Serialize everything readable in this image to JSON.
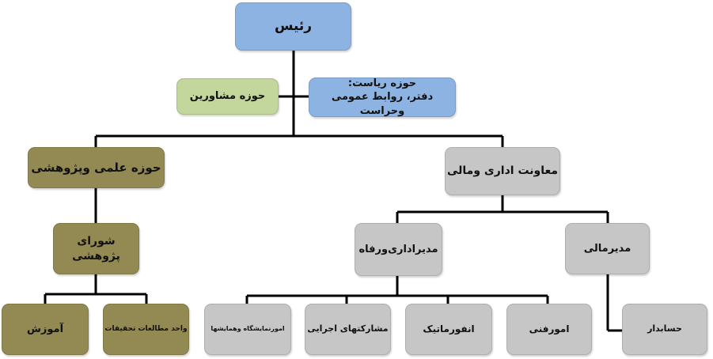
{
  "colors": {
    "head": "#8db3e2",
    "advisory": "#c3d69b",
    "research": "#938953",
    "admin": "#c6c6c6",
    "line": "#000000"
  },
  "nodes": {
    "head": "رئیس",
    "advisory": "حوزه مشاورین",
    "presidency_title": "حوزه ریاست:",
    "presidency_sub": "دفتر، روابط عمومی وحراست",
    "research_area": "حوزه علمی وپژوهشی",
    "admin_deputy": "معاونت اداری ومالی",
    "research_council": "شورای پژوهشی",
    "admin_welfare": "مدیراداری‌ورفاه",
    "finance_manager": "مدیرمالی",
    "education": "آموزش",
    "studies_unit": "واحد مطالعات تحقیقات",
    "exhibitions": "امورنمایشگاه وهمایشها",
    "executive": "مشارکتهای اجرایی",
    "informatics": "انفورماتیک",
    "technical": "امورفنی",
    "accountant": "حسابدار"
  }
}
